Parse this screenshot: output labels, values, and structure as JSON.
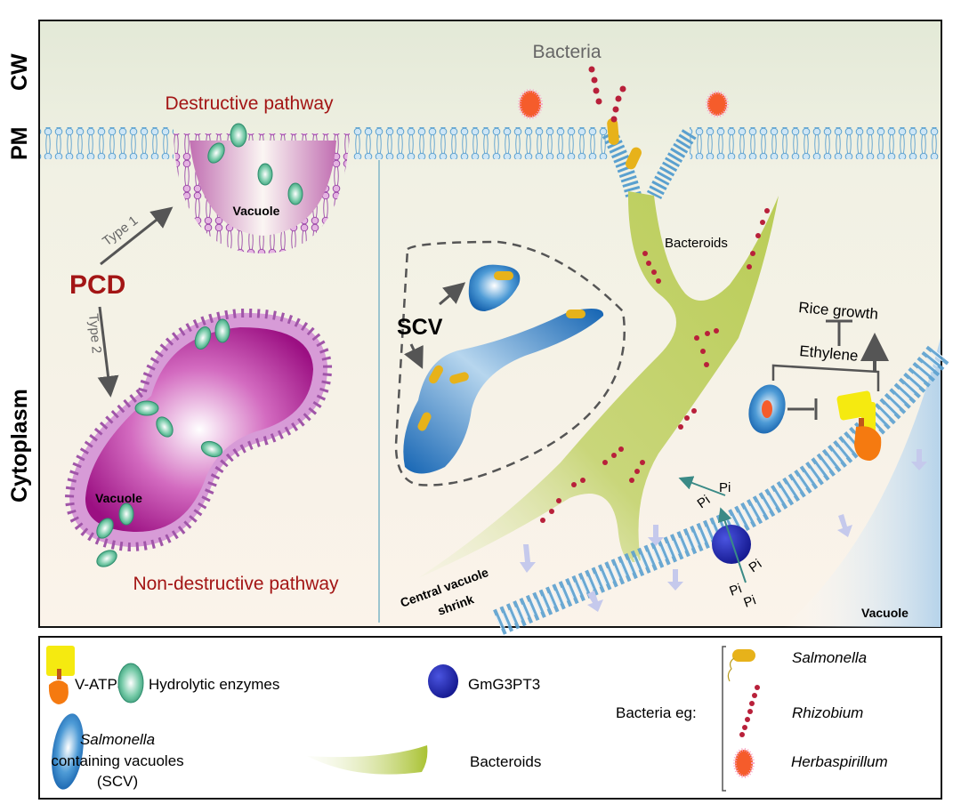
{
  "figure": {
    "side_labels": {
      "cw": "CW",
      "pm": "PM",
      "cytoplasm": "Cytoplasm"
    },
    "left_panel": {
      "destructive_title": "Destructive pathway",
      "non_destructive_title": "Non-destructive pathway",
      "pcd": "PCD",
      "type1": "Type 1",
      "type2": "Type 2",
      "vacuole_top": "Vacuole",
      "vacuole_bottom": "Vacuole"
    },
    "right_panel": {
      "bacteria": "Bacteria",
      "bacteroids": "Bacteroids",
      "scv": "SCV",
      "rice_growth": "Rice growth",
      "ethylene": "Ethylene",
      "central_vacuole_line1": "Central vacuole",
      "central_vacuole_line2": "shrink",
      "vacuole": "Vacuole",
      "pi": [
        "Pi",
        "Pi",
        "Pi",
        "Pi",
        "Pi"
      ]
    }
  },
  "legend": {
    "v_atpase": "V-ATPase",
    "hydrolytic_enzymes": "Hydrolytic enzymes",
    "gmg3pt3": "GmG3PT3",
    "scv_line1": "Salmonella",
    "scv_line2": "containing vacuoles",
    "scv_line3": "(SCV)",
    "bacteroids": "Bacteroids",
    "bacteria_eg": "Bacteria eg:",
    "salmonella": "Salmonella",
    "rhizobium": "Rhizobium",
    "herbaspirillum": "Herbaspirillum"
  },
  "colors": {
    "pathway_red": "#a31515",
    "membrane_blue": "#8fc3e3",
    "vacuole_magenta": "#a4148a",
    "enzyme_green": "#3aa886",
    "bacteroid_green": "#c3d26a",
    "scv_blue": "#1f6fb5",
    "gmg3pt3_blue": "#1a1fa8",
    "vatpase_yellow": "#f5ea10",
    "vatpase_orange": "#f57a10"
  }
}
